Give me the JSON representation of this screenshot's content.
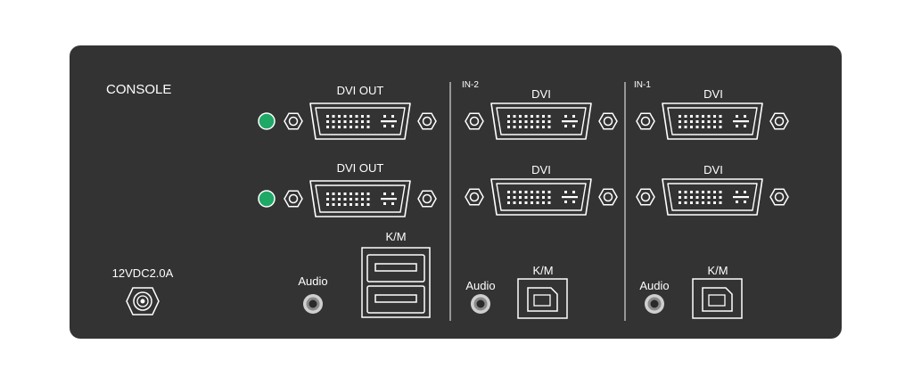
{
  "panel": {
    "colors": {
      "panel": "#333333",
      "divider": "#d8d8d8",
      "led": "#1fa866",
      "text": "#ffffff"
    }
  },
  "console": {
    "title": "CONSOLE",
    "dvi_out_1": "DVI OUT",
    "dvi_out_2": "DVI OUT",
    "km_label": "K/M",
    "audio_label": "Audio",
    "power_label": "12VDC2.0A"
  },
  "in2": {
    "title": "IN-2",
    "dvi_1": "DVI",
    "dvi_2": "DVI",
    "audio_label": "Audio",
    "km_label": "K/M"
  },
  "in1": {
    "title": "IN-1",
    "dvi_1": "DVI",
    "dvi_2": "DVI",
    "audio_label": "Audio",
    "km_label": "K/M"
  }
}
